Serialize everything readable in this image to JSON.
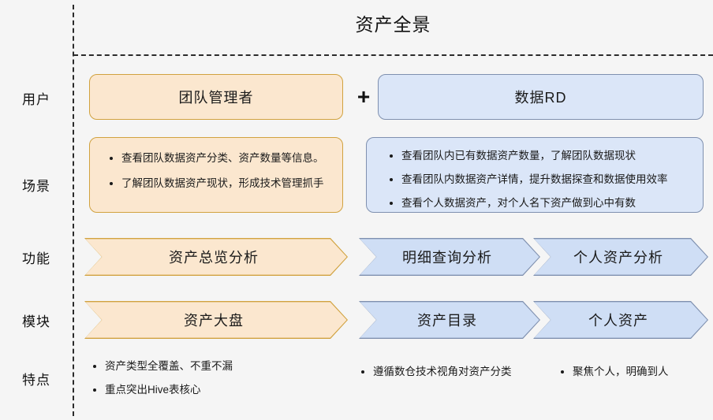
{
  "title": "资产全景",
  "rows": {
    "labels": [
      {
        "id": "user",
        "text": "用户"
      },
      {
        "id": "scene",
        "text": "场景"
      },
      {
        "id": "feature",
        "text": "功能"
      },
      {
        "id": "module",
        "text": "模块"
      },
      {
        "id": "trait",
        "text": "特点"
      }
    ]
  },
  "users": {
    "left_box": "团队管理者",
    "connector": "+",
    "right_box": "数据RD"
  },
  "scenes": {
    "left_bullets": [
      "查看团队数据资产分类、资产数量等信息。",
      "了解团队数据资产现状，形成技术管理抓手"
    ],
    "right_bullets": [
      "查看团队内已有数据资产数量，了解团队数据现状",
      "查看团队内数据资产详情，提升数据探查和数据使用效率",
      "查看个人数据资产，对个人名下资产做到心中有数"
    ]
  },
  "functions": {
    "items": [
      {
        "label": "资产总览分析",
        "color": "orange"
      },
      {
        "label": "明细查询分析",
        "color": "blue"
      },
      {
        "label": "个人资产分析",
        "color": "blue"
      }
    ]
  },
  "modules": {
    "items": [
      {
        "label": "资产大盘",
        "color": "orange"
      },
      {
        "label": "资产目录",
        "color": "blue"
      },
      {
        "label": "个人资产",
        "color": "blue"
      }
    ]
  },
  "traits": {
    "left_bullets": [
      "资产类型全覆盖、不重不漏",
      "重点突出Hive表核心"
    ],
    "mid_bullets": [
      "遵循数仓技术视角对资产分类"
    ],
    "right_bullets": [
      "聚焦个人，明确到人"
    ]
  },
  "colors": {
    "background": "#f5f5f5",
    "orange_fill": "#fbe7cf",
    "orange_border": "#d1a23f",
    "blue_fill": "#dbe6f8",
    "blue_border": "#7f90af",
    "chevron_blue_fill": "#cfdef5",
    "divider": "#2b2b2b",
    "text": "#1a1a1a"
  }
}
